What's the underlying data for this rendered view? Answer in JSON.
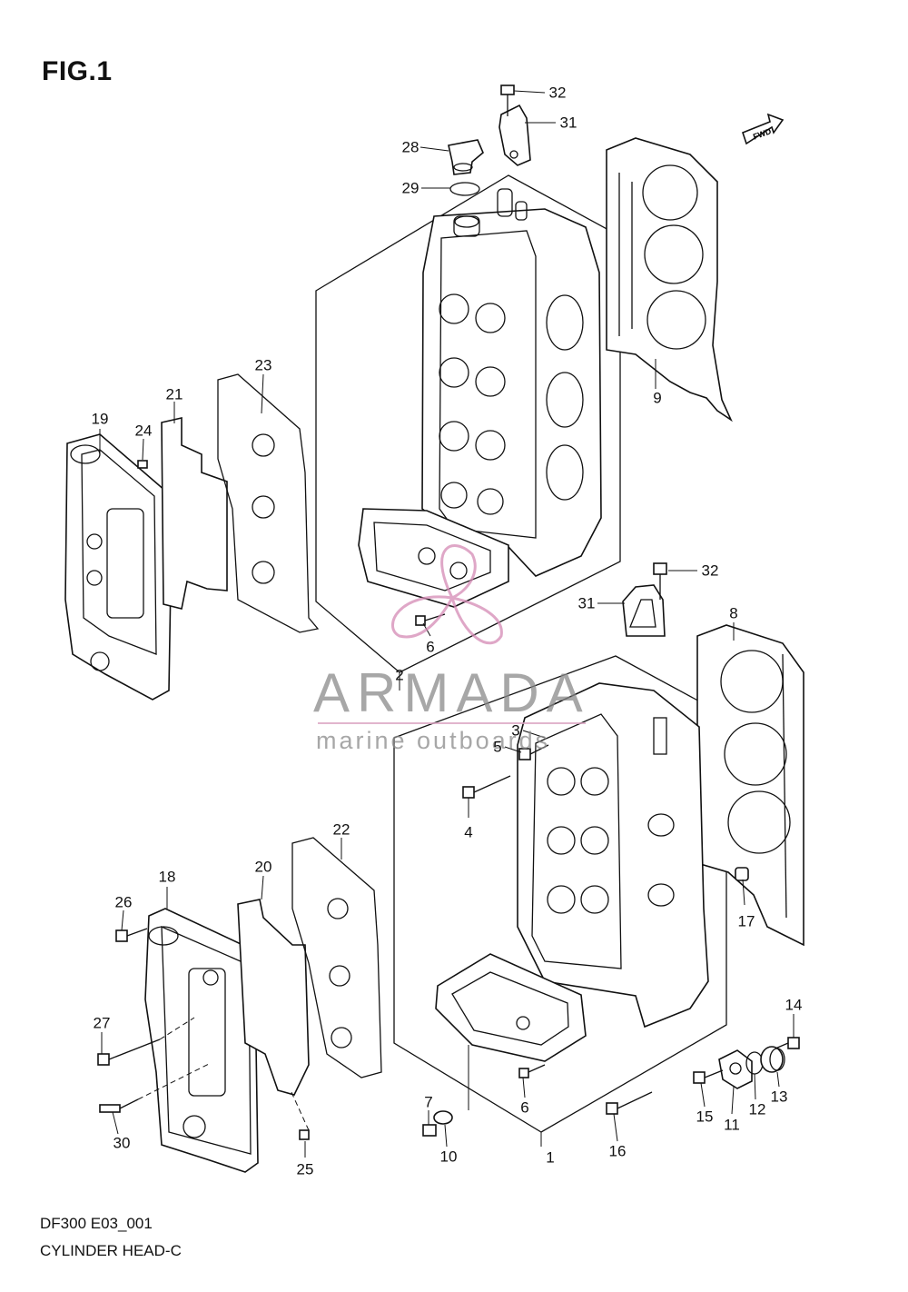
{
  "figure": {
    "title": "FIG.1",
    "code": "DF300 E03_001",
    "name": "CYLINDER HEAD-C",
    "fwd_label": "FWD"
  },
  "watermark": {
    "brand": "ARMADA",
    "tagline": "marine outboards",
    "color": "#d48ab4"
  },
  "callouts": [
    {
      "id": "c32a",
      "label": "32"
    },
    {
      "id": "c31a",
      "label": "31"
    },
    {
      "id": "c28",
      "label": "28"
    },
    {
      "id": "c29",
      "label": "29"
    },
    {
      "id": "c9",
      "label": "9"
    },
    {
      "id": "c23",
      "label": "23"
    },
    {
      "id": "c21",
      "label": "21"
    },
    {
      "id": "c19",
      "label": "19"
    },
    {
      "id": "c24",
      "label": "24"
    },
    {
      "id": "c6a",
      "label": "6"
    },
    {
      "id": "c2",
      "label": "2"
    },
    {
      "id": "c32b",
      "label": "32"
    },
    {
      "id": "c31b",
      "label": "31"
    },
    {
      "id": "c8",
      "label": "8"
    },
    {
      "id": "c3",
      "label": "3"
    },
    {
      "id": "c5",
      "label": "5"
    },
    {
      "id": "c4",
      "label": "4"
    },
    {
      "id": "c22",
      "label": "22"
    },
    {
      "id": "c20",
      "label": "20"
    },
    {
      "id": "c18",
      "label": "18"
    },
    {
      "id": "c26",
      "label": "26"
    },
    {
      "id": "c17",
      "label": "17"
    },
    {
      "id": "c14",
      "label": "14"
    },
    {
      "id": "c27",
      "label": "27"
    },
    {
      "id": "c13",
      "label": "13"
    },
    {
      "id": "c12",
      "label": "12"
    },
    {
      "id": "c11",
      "label": "11"
    },
    {
      "id": "c15",
      "label": "15"
    },
    {
      "id": "c6b",
      "label": "6"
    },
    {
      "id": "c7",
      "label": "7"
    },
    {
      "id": "c10",
      "label": "10"
    },
    {
      "id": "c1",
      "label": "1"
    },
    {
      "id": "c16",
      "label": "16"
    },
    {
      "id": "c30",
      "label": "30"
    },
    {
      "id": "c25",
      "label": "25"
    }
  ]
}
